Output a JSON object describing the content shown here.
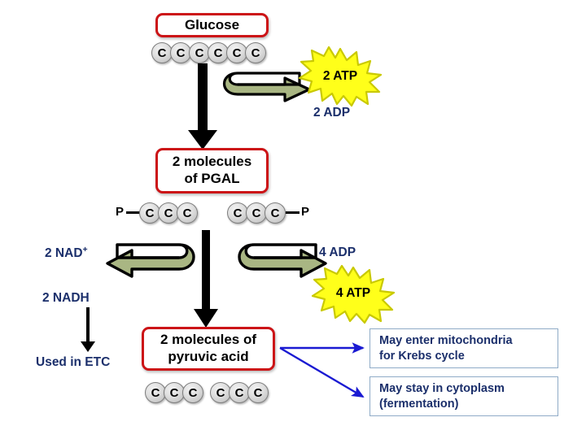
{
  "diagram": {
    "title_boxes": {
      "glucose": "Glucose",
      "pgal": "2 molecules\nof PGAL",
      "pgal_line1": "2 molecules",
      "pgal_line2": "of PGAL",
      "pyruvic": "2 molecules of\npyruvic acid",
      "pyruvic_line1": "2 molecules of",
      "pyruvic_line2": "pyruvic acid"
    },
    "carbons": {
      "glucose_count": 6,
      "pgal_left_count": 3,
      "pgal_right_count": 3,
      "pyruvic_left_count": 3,
      "pyruvic_right_count": 3,
      "label": "C"
    },
    "phosphates": {
      "left": "P",
      "right": "P"
    },
    "energy": {
      "atp_first": "2 ATP",
      "adp_first": "2 ADP",
      "adp_second": "4 ADP",
      "atp_second": "4 ATP"
    },
    "cofactors": {
      "nad_plus": "2 NAD",
      "nad_plus_sup": "+",
      "nadh": "2 NADH",
      "etc": "Used in ETC"
    },
    "outcomes": [
      {
        "line1": "May enter mitochondria",
        "line2": "for Krebs cycle"
      },
      {
        "line1": "May stay in cytoplasm",
        "line2": "(fermentation)"
      }
    ],
    "colors": {
      "box_border_red": "#cc1417",
      "text_blue": "#1b2f6b",
      "arrow_blue": "#1a1ad2",
      "curved_arrow_fill": "#a9b683",
      "starburst_fill": "#ffff1a",
      "starburst_stroke": "#c9c900",
      "outcome_border": "#8fabc7",
      "carbon_stroke": "#7d7d7d"
    }
  }
}
